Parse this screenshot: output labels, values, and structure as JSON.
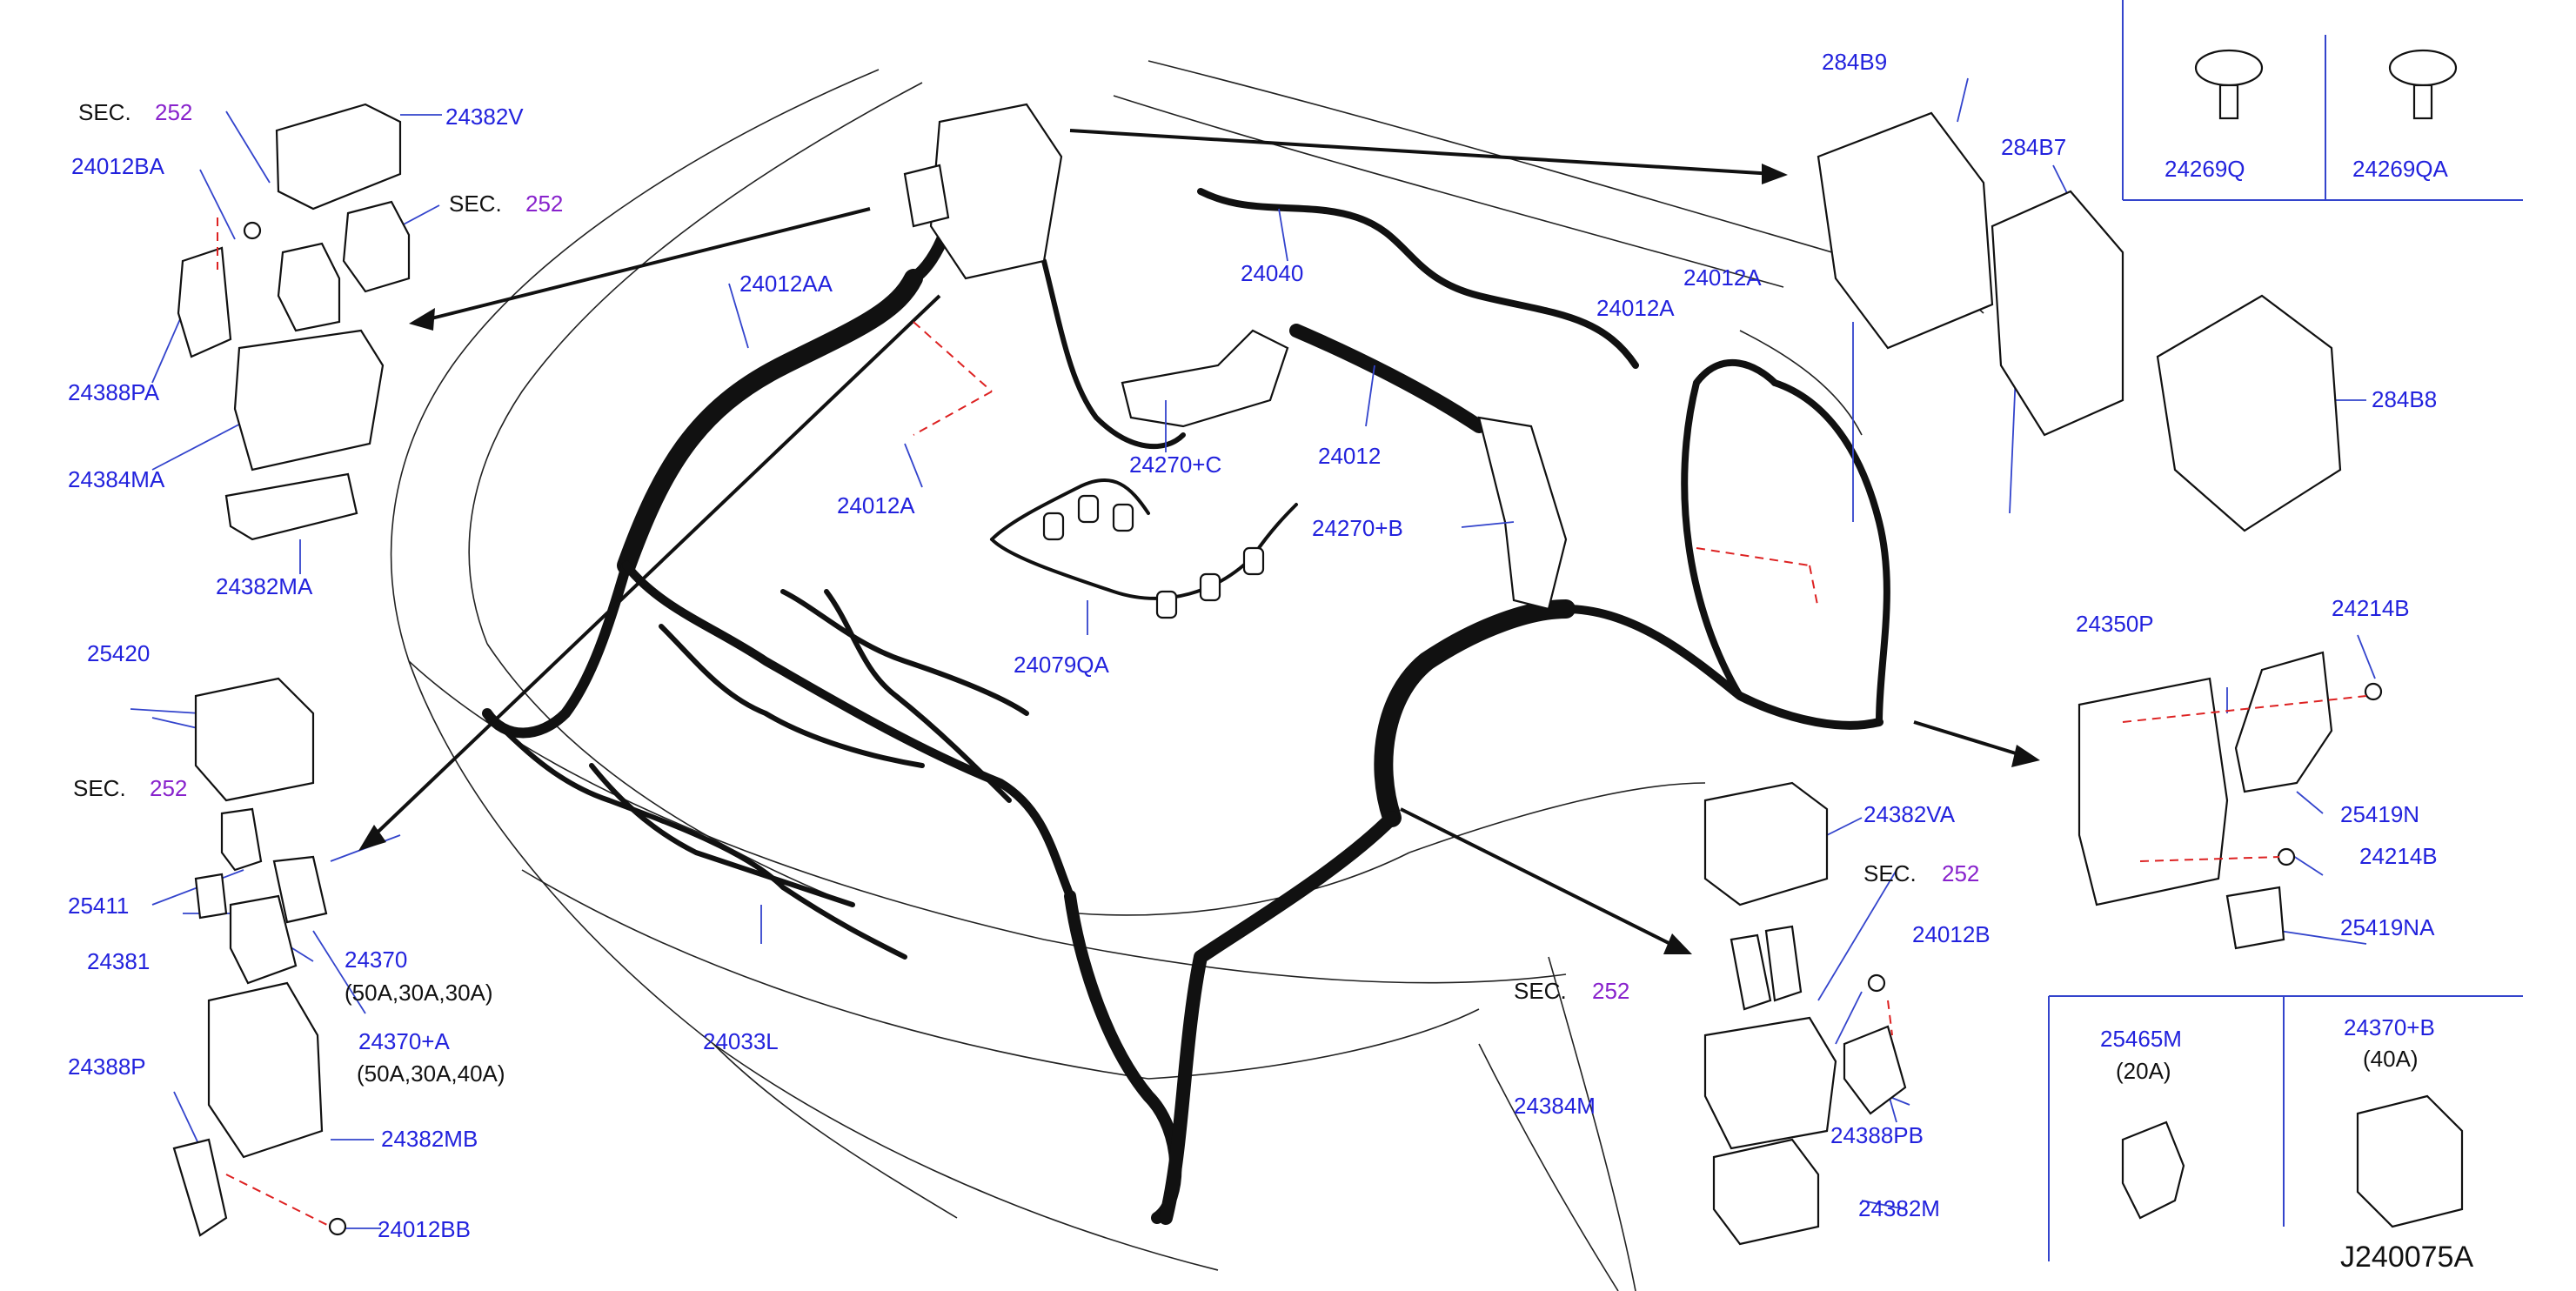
{
  "reference_code": "J240075A",
  "sec_prefix": "SEC.",
  "sec_number": "252",
  "labels": {
    "p24382V": "24382V",
    "p24012BA": "24012BA",
    "p24388PA": "24388PA",
    "p24384MA": "24384MA",
    "p24382MA": "24382MA",
    "p24012AA": "24012AA",
    "p24012A_center": "24012A",
    "p24040": "24040",
    "p24270C": "24270+C",
    "p24012": "24012",
    "p24270B": "24270+B",
    "p24079QA": "24079QA",
    "p24012A_right1": "24012A",
    "p24012A_right2": "24012A",
    "p284B9": "284B9",
    "p284B7": "284B7",
    "p284B8": "284B8",
    "p24269Q": "24269Q",
    "p24269QA": "24269QA",
    "p25420": "25420",
    "p25411": "25411",
    "p24381": "24381",
    "p24370": "24370",
    "p24370_spec": "(50A,30A,30A)",
    "p24370A": "24370+A",
    "p24370A_spec": "(50A,30A,40A)",
    "p24388P": "24388P",
    "p24382MB": "24382MB",
    "p24012BB": "24012BB",
    "p24033L": "24033L",
    "p24382VA": "24382VA",
    "p24012B": "24012B",
    "p24384M": "24384M",
    "p24388PB": "24388PB",
    "p24382M": "24382M",
    "p24350P": "24350P",
    "p24214B_top": "24214B",
    "p25419N": "25419N",
    "p24214B_mid": "24214B",
    "p25419NA": "25419NA",
    "p25465M": "25465M",
    "p25465M_spec": "(20A)",
    "p24370B": "24370+B",
    "p24370B_spec": "(40A)"
  },
  "colors": {
    "label_blue": "#2222dd",
    "section_purple": "#8822cc",
    "line_black": "#111111",
    "dash_red": "#dd2222"
  }
}
